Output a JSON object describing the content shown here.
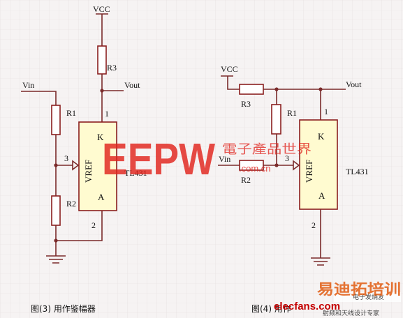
{
  "left_circuit": {
    "vcc": "VCC",
    "vin": "Vin",
    "vout": "Vout",
    "r1": "R1",
    "r2": "R2",
    "r3": "R3",
    "pin1": "1",
    "pin2": "2",
    "pin3": "3",
    "chip_k": "K",
    "chip_a": "A",
    "chip_vref": "VREF",
    "chip_name": "TL431",
    "caption": "图(3) 用作鉴幅器"
  },
  "right_circuit": {
    "vcc": "VCC",
    "vin": "Vin",
    "vout": "Vout",
    "r1": "R1",
    "r2": "R2",
    "r3": "R3",
    "pin1": "1",
    "pin2": "2",
    "pin3": "3",
    "chip_k": "K",
    "chip_a": "A",
    "chip_vref": "VREF",
    "chip_name": "TL431",
    "caption": "图(4) 用作"
  },
  "watermarks": {
    "eepw": "EEPW",
    "eepw_cn": "電子產品世界",
    "eepw_url": ".com.cn",
    "elecfans": "elecfans.com",
    "elecfans_cn": "电子发烧友",
    "bottom_cn": "易迪拓培训",
    "bottom_small": "射频和天线设计专家"
  },
  "colors": {
    "wire": "#7a2a2a",
    "chip_fill": "#fffbd0",
    "resistor_border": "#8a1f1f",
    "watermark": "#e0231c"
  }
}
